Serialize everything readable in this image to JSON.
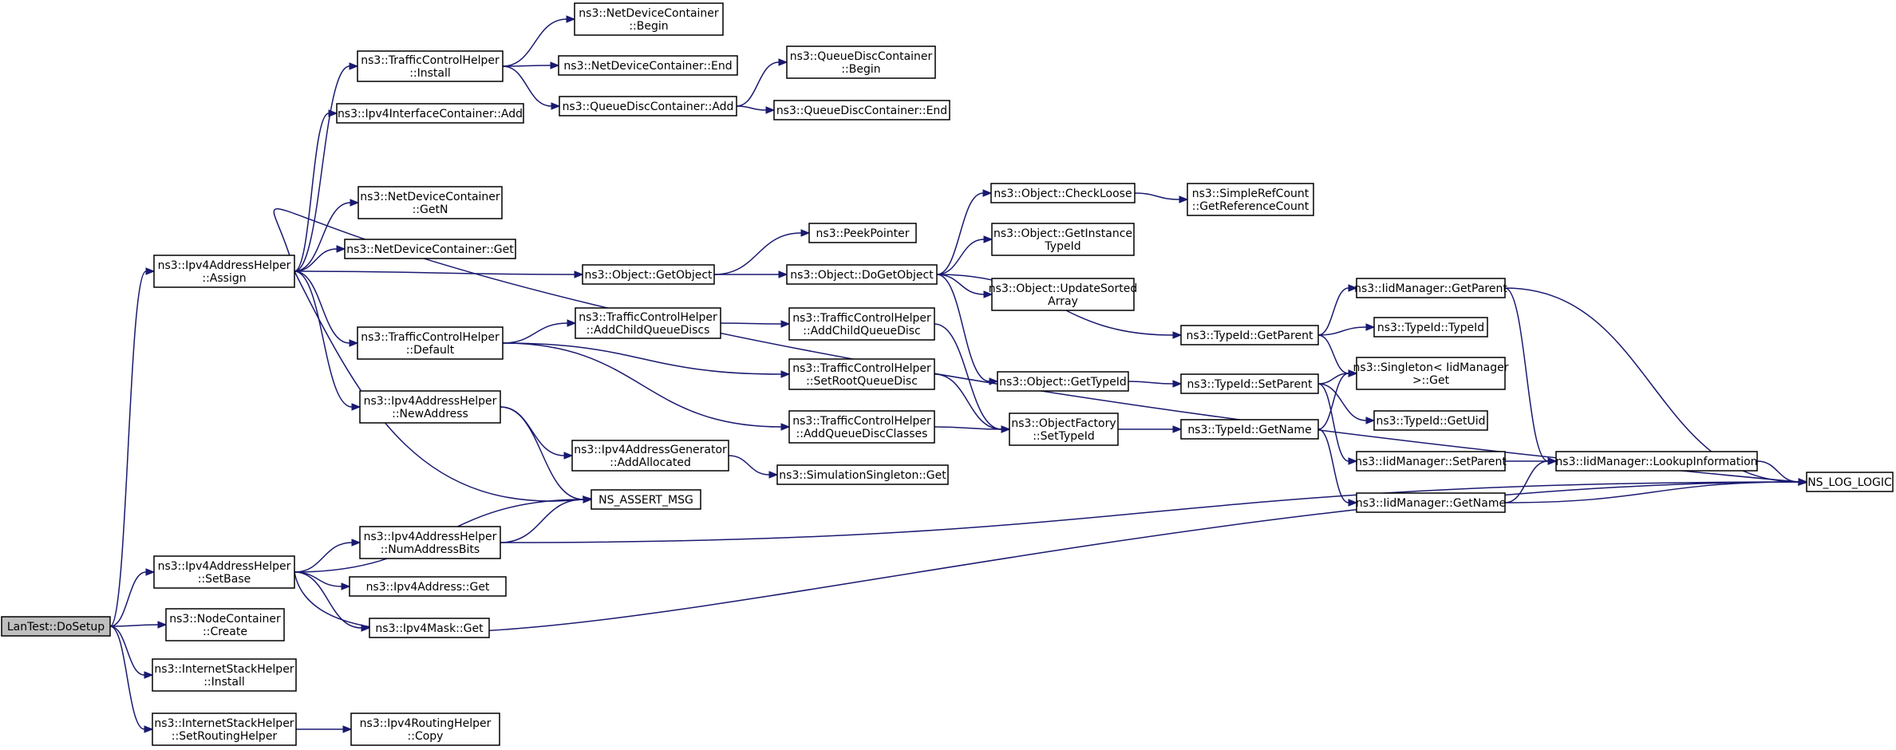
{
  "graph": {
    "edge_color": "#191970",
    "root_fill": "#bfbfbf",
    "nodes": [
      {
        "id": "dosetup",
        "lines": [
          "LanTest::DoSetup"
        ],
        "root": true
      },
      {
        "id": "assign",
        "lines": [
          "ns3::Ipv4AddressHelper",
          "::Assign"
        ]
      },
      {
        "id": "setbase",
        "lines": [
          "ns3::Ipv4AddressHelper",
          "::SetBase"
        ]
      },
      {
        "id": "nc_create",
        "lines": [
          "ns3::NodeContainer",
          "::Create"
        ]
      },
      {
        "id": "ish_install",
        "lines": [
          "ns3::InternetStackHelper",
          "::Install"
        ]
      },
      {
        "id": "ish_setrouting",
        "lines": [
          "ns3::InternetStackHelper",
          "::SetRoutingHelper"
        ]
      },
      {
        "id": "tch_install",
        "lines": [
          "ns3::TrafficControlHelper",
          "::Install"
        ]
      },
      {
        "id": "iic_add",
        "lines": [
          "ns3::Ipv4InterfaceContainer::Add"
        ]
      },
      {
        "id": "ndc_getn",
        "lines": [
          "ns3::NetDeviceContainer",
          "::GetN"
        ]
      },
      {
        "id": "ndc_get",
        "lines": [
          "ns3::NetDeviceContainer::Get"
        ]
      },
      {
        "id": "tch_default",
        "lines": [
          "ns3::TrafficControlHelper",
          "::Default"
        ]
      },
      {
        "id": "iah_newaddress",
        "lines": [
          "ns3::Ipv4AddressHelper",
          "::NewAddress"
        ]
      },
      {
        "id": "ns_assert_msg",
        "lines": [
          "NS_ASSERT_MSG"
        ]
      },
      {
        "id": "iah_numaddressbits",
        "lines": [
          "ns3::Ipv4AddressHelper",
          "::NumAddressBits"
        ]
      },
      {
        "id": "ipv4address_get",
        "lines": [
          "ns3::Ipv4Address::Get"
        ]
      },
      {
        "id": "ipv4mask_get",
        "lines": [
          "ns3::Ipv4Mask::Get"
        ]
      },
      {
        "id": "irh_copy",
        "lines": [
          "ns3::Ipv4RoutingHelper",
          "::Copy"
        ]
      },
      {
        "id": "ndc_begin",
        "lines": [
          "ns3::NetDeviceContainer",
          "::Begin"
        ]
      },
      {
        "id": "ndc_end",
        "lines": [
          "ns3::NetDeviceContainer::End"
        ]
      },
      {
        "id": "qdc_add",
        "lines": [
          "ns3::QueueDiscContainer::Add"
        ]
      },
      {
        "id": "qdc_begin",
        "lines": [
          "ns3::QueueDiscContainer",
          "::Begin"
        ]
      },
      {
        "id": "qdc_end",
        "lines": [
          "ns3::QueueDiscContainer::End"
        ]
      },
      {
        "id": "obj_getobject",
        "lines": [
          "ns3::Object::GetObject"
        ]
      },
      {
        "id": "peekpointer",
        "lines": [
          "ns3::PeekPointer"
        ]
      },
      {
        "id": "obj_dogetobject",
        "lines": [
          "ns3::Object::DoGetObject"
        ]
      },
      {
        "id": "tch_addchildqueuediscs",
        "lines": [
          "ns3::TrafficControlHelper",
          "::AddChildQueueDiscs"
        ]
      },
      {
        "id": "tch_addchildqueuedisc",
        "lines": [
          "ns3::TrafficControlHelper",
          "::AddChildQueueDisc"
        ]
      },
      {
        "id": "tch_setrootqueuedisc",
        "lines": [
          "ns3::TrafficControlHelper",
          "::SetRootQueueDisc"
        ]
      },
      {
        "id": "tch_addqueuediscclasses",
        "lines": [
          "ns3::TrafficControlHelper",
          "::AddQueueDiscClasses"
        ]
      },
      {
        "id": "iag_addallocated",
        "lines": [
          "ns3::Ipv4AddressGenerator",
          "::AddAllocated"
        ]
      },
      {
        "id": "simsingleton_get",
        "lines": [
          "ns3::SimulationSingleton::Get"
        ]
      },
      {
        "id": "obj_checkloose",
        "lines": [
          "ns3::Object::CheckLoose"
        ]
      },
      {
        "id": "obj_getinstancetypeid",
        "lines": [
          "ns3::Object::GetInstance",
          "TypeId"
        ]
      },
      {
        "id": "obj_updatesortedarray",
        "lines": [
          "ns3::Object::UpdateSorted",
          "Array"
        ]
      },
      {
        "id": "obj_gettypeid",
        "lines": [
          "ns3::Object::GetTypeId"
        ]
      },
      {
        "id": "objfactory_settypeid",
        "lines": [
          "ns3::ObjectFactory",
          "::SetTypeId"
        ]
      },
      {
        "id": "srefc_getrefcount",
        "lines": [
          "ns3::SimpleRefCount",
          "::GetReferenceCount"
        ]
      },
      {
        "id": "typeid_getparent",
        "lines": [
          "ns3::TypeId::GetParent"
        ]
      },
      {
        "id": "typeid_setparent",
        "lines": [
          "ns3::TypeId::SetParent"
        ]
      },
      {
        "id": "typeid_getname",
        "lines": [
          "ns3::TypeId::GetName"
        ]
      },
      {
        "id": "iidm_getparent",
        "lines": [
          "ns3::IidManager::GetParent"
        ]
      },
      {
        "id": "typeid_typeid",
        "lines": [
          "ns3::TypeId::TypeId"
        ]
      },
      {
        "id": "singleton_get",
        "lines": [
          "ns3::Singleton< IidManager",
          " >::Get"
        ]
      },
      {
        "id": "typeid_getuid",
        "lines": [
          "ns3::TypeId::GetUid"
        ]
      },
      {
        "id": "iidm_setparent",
        "lines": [
          "ns3::IidManager::SetParent"
        ]
      },
      {
        "id": "iidm_getname",
        "lines": [
          "ns3::IidManager::GetName"
        ]
      },
      {
        "id": "iidm_lookupinformation",
        "lines": [
          "ns3::IidManager::LookupInformation"
        ]
      },
      {
        "id": "ns_log_logic",
        "lines": [
          "NS_LOG_LOGIC"
        ]
      }
    ],
    "edges": [
      [
        "dosetup",
        "assign"
      ],
      [
        "dosetup",
        "setbase"
      ],
      [
        "dosetup",
        "nc_create"
      ],
      [
        "dosetup",
        "ish_install"
      ],
      [
        "dosetup",
        "ish_setrouting"
      ],
      [
        "assign",
        "tch_install"
      ],
      [
        "assign",
        "iic_add"
      ],
      [
        "assign",
        "ns_log_logic"
      ],
      [
        "assign",
        "ndc_getn"
      ],
      [
        "assign",
        "ndc_get"
      ],
      [
        "assign",
        "obj_getobject"
      ],
      [
        "assign",
        "tch_default"
      ],
      [
        "assign",
        "iah_newaddress"
      ],
      [
        "assign",
        "ns_assert_msg"
      ],
      [
        "setbase",
        "ns_assert_msg"
      ],
      [
        "setbase",
        "iah_numaddressbits"
      ],
      [
        "setbase",
        "ipv4address_get"
      ],
      [
        "setbase",
        "ipv4mask_get"
      ],
      [
        "setbase",
        "ns_log_logic"
      ],
      [
        "ish_setrouting",
        "irh_copy"
      ],
      [
        "tch_install",
        "ndc_begin"
      ],
      [
        "tch_install",
        "ndc_end"
      ],
      [
        "tch_install",
        "qdc_add"
      ],
      [
        "qdc_add",
        "qdc_begin"
      ],
      [
        "qdc_add",
        "qdc_end"
      ],
      [
        "obj_getobject",
        "peekpointer"
      ],
      [
        "obj_getobject",
        "obj_dogetobject"
      ],
      [
        "obj_dogetobject",
        "obj_checkloose"
      ],
      [
        "obj_dogetobject",
        "obj_getinstancetypeid"
      ],
      [
        "obj_dogetobject",
        "obj_updatesortedarray"
      ],
      [
        "obj_dogetobject",
        "typeid_getparent"
      ],
      [
        "obj_dogetobject",
        "obj_gettypeid"
      ],
      [
        "obj_checkloose",
        "srefc_getrefcount"
      ],
      [
        "tch_default",
        "tch_addchildqueuediscs"
      ],
      [
        "tch_default",
        "tch_setrootqueuedisc"
      ],
      [
        "tch_default",
        "tch_addqueuediscclasses"
      ],
      [
        "tch_addchildqueuediscs",
        "tch_addchildqueuedisc"
      ],
      [
        "tch_addchildqueuedisc",
        "objfactory_settypeid"
      ],
      [
        "tch_setrootqueuedisc",
        "objfactory_settypeid"
      ],
      [
        "tch_addqueuediscclasses",
        "objfactory_settypeid"
      ],
      [
        "iah_newaddress",
        "iag_addallocated"
      ],
      [
        "iah_newaddress",
        "ns_assert_msg"
      ],
      [
        "iag_addallocated",
        "simsingleton_get"
      ],
      [
        "iah_numaddressbits",
        "ns_assert_msg"
      ],
      [
        "iah_numaddressbits",
        "ns_log_logic"
      ],
      [
        "obj_gettypeid",
        "typeid_setparent"
      ],
      [
        "objfactory_settypeid",
        "typeid_getname"
      ],
      [
        "typeid_getparent",
        "iidm_getparent"
      ],
      [
        "typeid_getparent",
        "typeid_typeid"
      ],
      [
        "typeid_getparent",
        "singleton_get"
      ],
      [
        "typeid_setparent",
        "singleton_get"
      ],
      [
        "typeid_setparent",
        "typeid_getuid"
      ],
      [
        "typeid_setparent",
        "iidm_setparent"
      ],
      [
        "typeid_getname",
        "singleton_get"
      ],
      [
        "typeid_getname",
        "iidm_getname"
      ],
      [
        "iidm_getparent",
        "iidm_lookupinformation"
      ],
      [
        "iidm_getparent",
        "ns_log_logic"
      ],
      [
        "iidm_setparent",
        "iidm_lookupinformation"
      ],
      [
        "iidm_getname",
        "iidm_lookupinformation"
      ],
      [
        "iidm_getname",
        "ns_log_logic"
      ],
      [
        "iidm_lookupinformation",
        "ns_log_logic"
      ]
    ]
  }
}
